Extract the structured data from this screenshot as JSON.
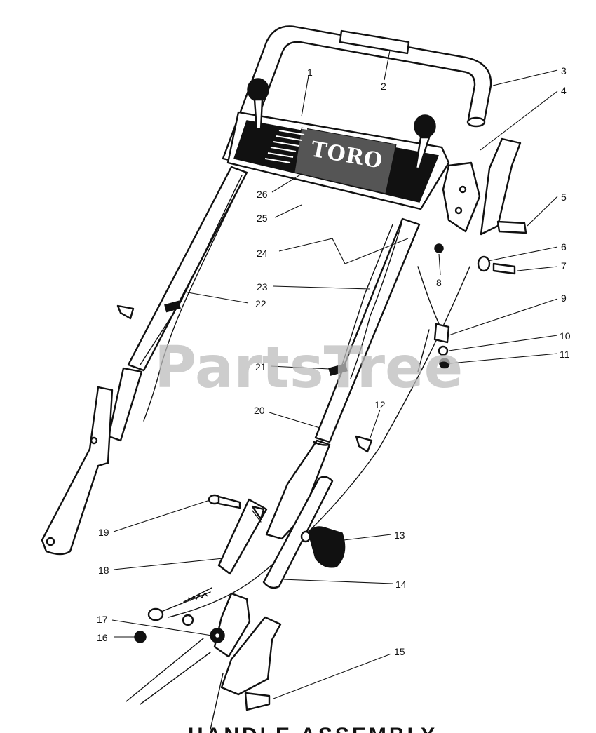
{
  "diagram": {
    "brand_logo": "TORO",
    "watermark": "PartsTree",
    "footer_caption": "HANDLE ASSEMBLY",
    "callouts": [
      "1",
      "2",
      "3",
      "4",
      "5",
      "6",
      "7",
      "8",
      "9",
      "10",
      "11",
      "12",
      "13",
      "14",
      "15",
      "16",
      "17",
      "18",
      "19",
      "20",
      "21",
      "22",
      "23",
      "24",
      "25",
      "26"
    ]
  }
}
